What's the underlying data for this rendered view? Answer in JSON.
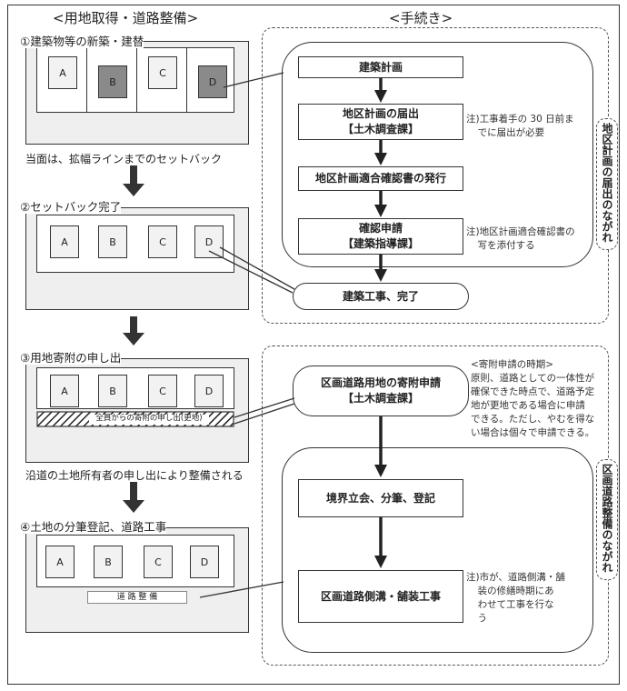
{
  "headers": {
    "left": "<用地取得・道路整備>",
    "right": "<手続き>"
  },
  "lot_labels": [
    "A",
    "B",
    "C",
    "D"
  ],
  "steps": [
    {
      "label": "①建築物等の新築・建替",
      "caption": "当面は、拡幅ラインまでのセットバック"
    },
    {
      "label": "②セットバック完了"
    },
    {
      "label": "③用地寄附の申し出",
      "strip": "全員からの寄附の申し出(更地)",
      "caption": "沿道の土地所有者の申し出により整備される"
    },
    {
      "label": "④土地の分筆登記、道路工事",
      "road": "道 路 整 備"
    }
  ],
  "flow_top": {
    "boxes": [
      {
        "line1": "建築計画",
        "line2": ""
      },
      {
        "line1": "地区計画の届出",
        "line2": "【土木調査課】"
      },
      {
        "line1": "地区計画適合確認書の発行",
        "line2": ""
      },
      {
        "line1": "確認申請",
        "line2": "【建築指導課】"
      },
      {
        "line1": "建築工事、完了",
        "line2": ""
      }
    ],
    "notes": [
      [
        "注)工事着手の 30 日前ま",
        "でに届出が必要"
      ],
      [
        "注)地区計画適合確認書の",
        "写を添付する"
      ]
    ],
    "tag": "地区計画の届出のながれ"
  },
  "flow_bottom": {
    "boxes": [
      {
        "line1": "区画道路用地の寄附申請",
        "line2": "【土木調査課】"
      },
      {
        "line1": "境界立会、分筆、登記",
        "line2": ""
      },
      {
        "line1": "区画道路側溝・舗装工事",
        "line2": ""
      }
    ],
    "timing_title": "<寄附申請の時期>",
    "timing_lines": [
      "原則、道路としての一体性が",
      "確保できた時点で、道路予定",
      "地が更地である場合に申請",
      "できる。ただし、やむを得な",
      "い場合は個々で申請できる。"
    ],
    "note": [
      "注)市が、道路側溝・舗",
      "装の修繕時期にあ",
      "わせて工事を行な",
      "う"
    ],
    "tag": "区画道路整備のながれ"
  }
}
